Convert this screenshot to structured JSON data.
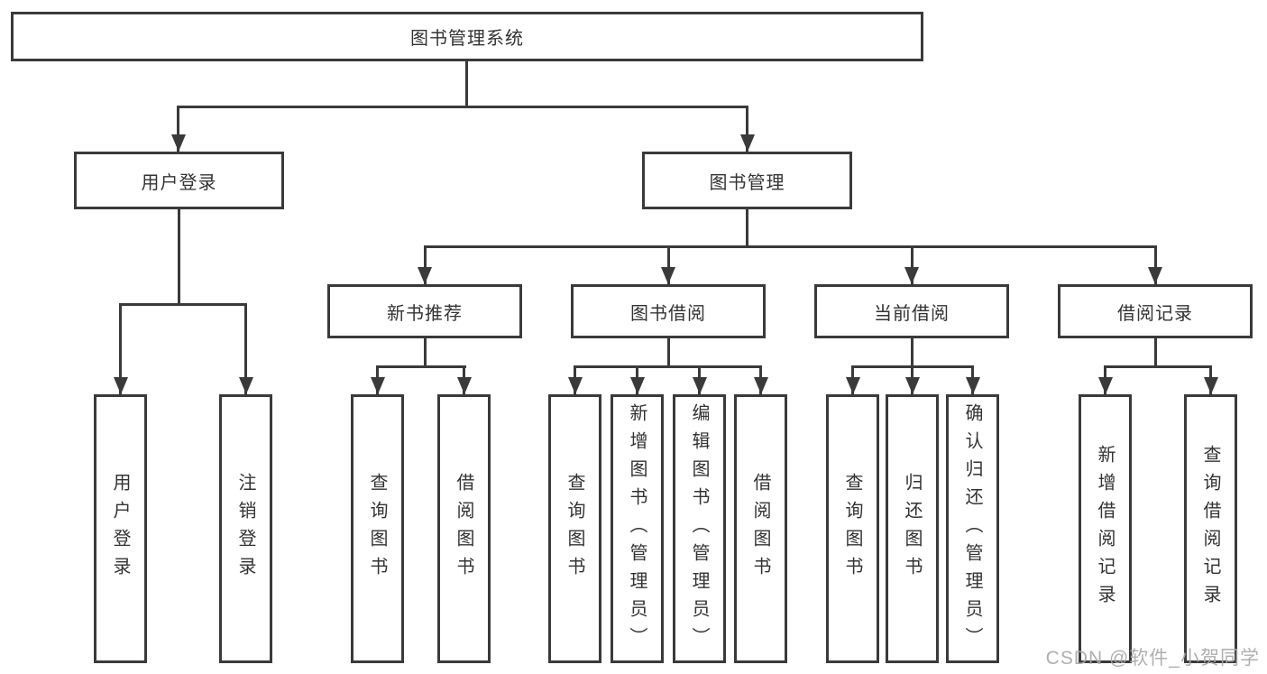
{
  "diagram": {
    "root": {
      "label": "图书管理系统"
    },
    "branches": [
      {
        "label": "用户登录",
        "children": [
          {
            "label": "用户登录"
          },
          {
            "label": "注销登录"
          }
        ]
      },
      {
        "label": "图书管理",
        "children": [
          {
            "label": "新书推荐",
            "children": [
              {
                "label": "查询图书"
              },
              {
                "label": "借阅图书"
              }
            ]
          },
          {
            "label": "图书借阅",
            "children": [
              {
                "label": "查询图书"
              },
              {
                "label": "新增图书（管理员）"
              },
              {
                "label": "编辑图书（管理员）"
              },
              {
                "label": "借阅图书"
              }
            ]
          },
          {
            "label": "当前借阅",
            "children": [
              {
                "label": "查询图书"
              },
              {
                "label": "归还图书"
              },
              {
                "label": "确认归还（管理员）"
              }
            ]
          },
          {
            "label": "借阅记录",
            "children": [
              {
                "label": "新增借阅记录"
              },
              {
                "label": "查询借阅记录"
              }
            ]
          }
        ]
      }
    ]
  },
  "colors": {
    "line": "#3a3a3a",
    "text": "#333333",
    "watermark": "#a8a8a8"
  },
  "watermark": {
    "text": "CSDN @软件_小贺同学"
  }
}
